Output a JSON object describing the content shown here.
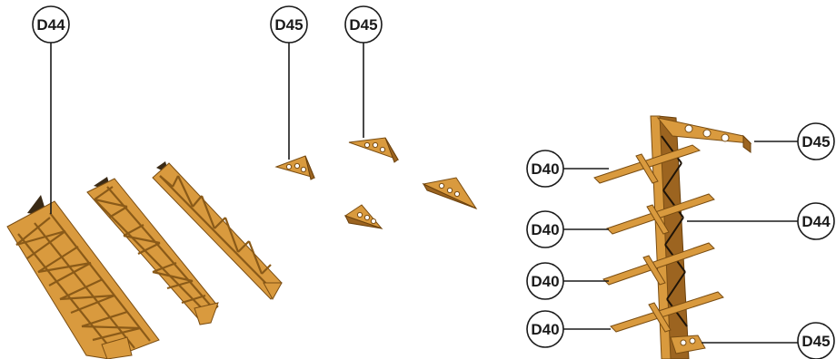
{
  "callouts": {
    "d44_left": "D44",
    "d45_a": "D45",
    "d45_b": "D45",
    "d45_right_top": "D45",
    "d40_1": "D40",
    "d44_right": "D44",
    "d40_2": "D40",
    "d40_3": "D40",
    "d40_4": "D40",
    "d45_right_bottom": "D45"
  },
  "colors": {
    "wood": "#d99a3e",
    "wood_dark": "#9c6420",
    "outline": "#7a4d12",
    "callout_line": "#1a1a1a"
  }
}
